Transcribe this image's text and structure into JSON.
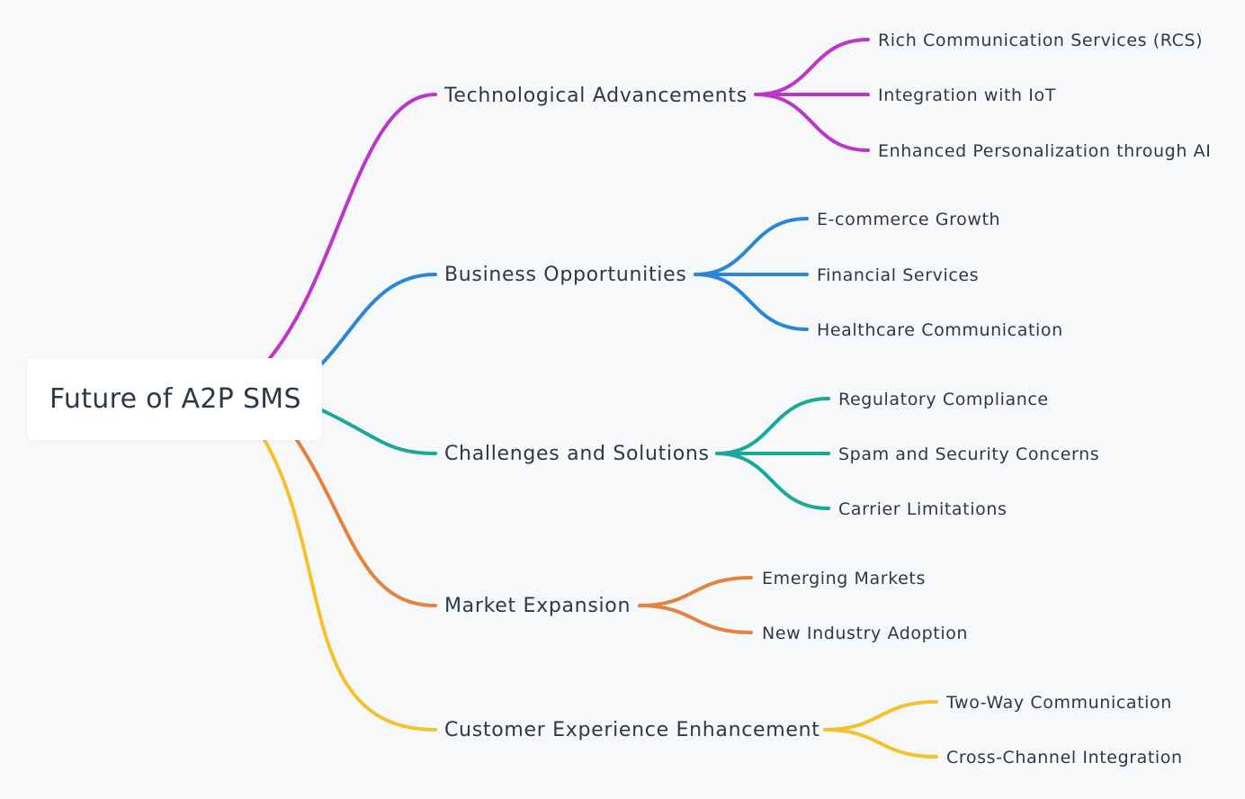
{
  "colors": {
    "background": "#f7f8fa",
    "text": "#2c3a48",
    "branch_colors": [
      "#bb36c9",
      "#2b86d6",
      "#1aa898",
      "#e3833d",
      "#f3c22d"
    ]
  },
  "root": {
    "label": "Future of A2P SMS"
  },
  "branches": [
    {
      "label": "Technological Advancements",
      "color": "#bb36c9",
      "children": [
        "Rich Communication Services (RCS)",
        "Integration with IoT",
        "Enhanced Personalization through AI"
      ]
    },
    {
      "label": "Business Opportunities",
      "color": "#2b86d6",
      "children": [
        "E-commerce Growth",
        "Financial Services",
        "Healthcare Communication"
      ]
    },
    {
      "label": "Challenges and Solutions",
      "color": "#1aa898",
      "children": [
        "Regulatory Compliance",
        "Spam and Security Concerns",
        "Carrier Limitations"
      ]
    },
    {
      "label": "Market Expansion",
      "color": "#e3833d",
      "children": [
        "Emerging Markets",
        "New Industry Adoption"
      ]
    },
    {
      "label": "Customer Experience Enhancement",
      "color": "#f3c22d",
      "children": [
        "Two-Way Communication",
        "Cross-Channel Integration"
      ]
    }
  ]
}
